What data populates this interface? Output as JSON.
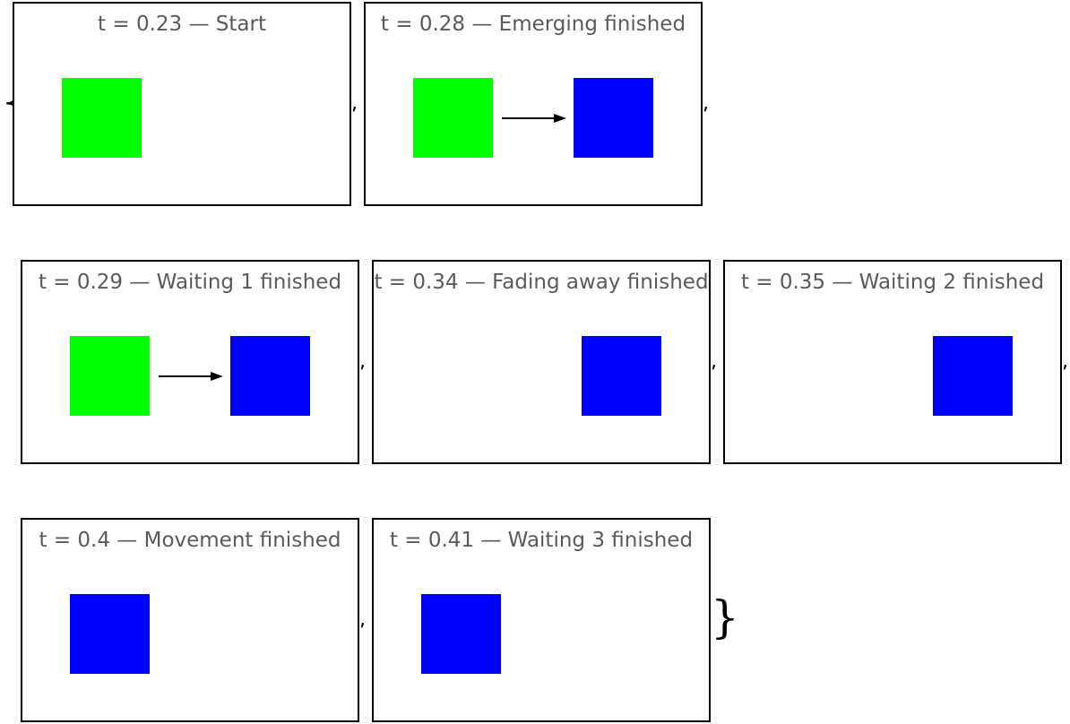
{
  "list": {
    "open_brace": "{",
    "close_brace": "}",
    "separator": ","
  },
  "colors": {
    "emerging_square": "#00ff00",
    "moving_square": "#0000ff",
    "frame_border": "#000000",
    "title_text": "#5a5a5a"
  },
  "frames": [
    {
      "title": "t = 0.23 — Start"
    },
    {
      "title": "t = 0.28 — Emerging finished"
    },
    {
      "title": "t = 0.29 — Waiting 1 finished"
    },
    {
      "title": "t = 0.34 — Fading away finished"
    },
    {
      "title": "t = 0.35 — Waiting 2 finished"
    },
    {
      "title": "t = 0.4 — Movement finished"
    },
    {
      "title": "t = 0.41 — Waiting 3 finished"
    }
  ]
}
